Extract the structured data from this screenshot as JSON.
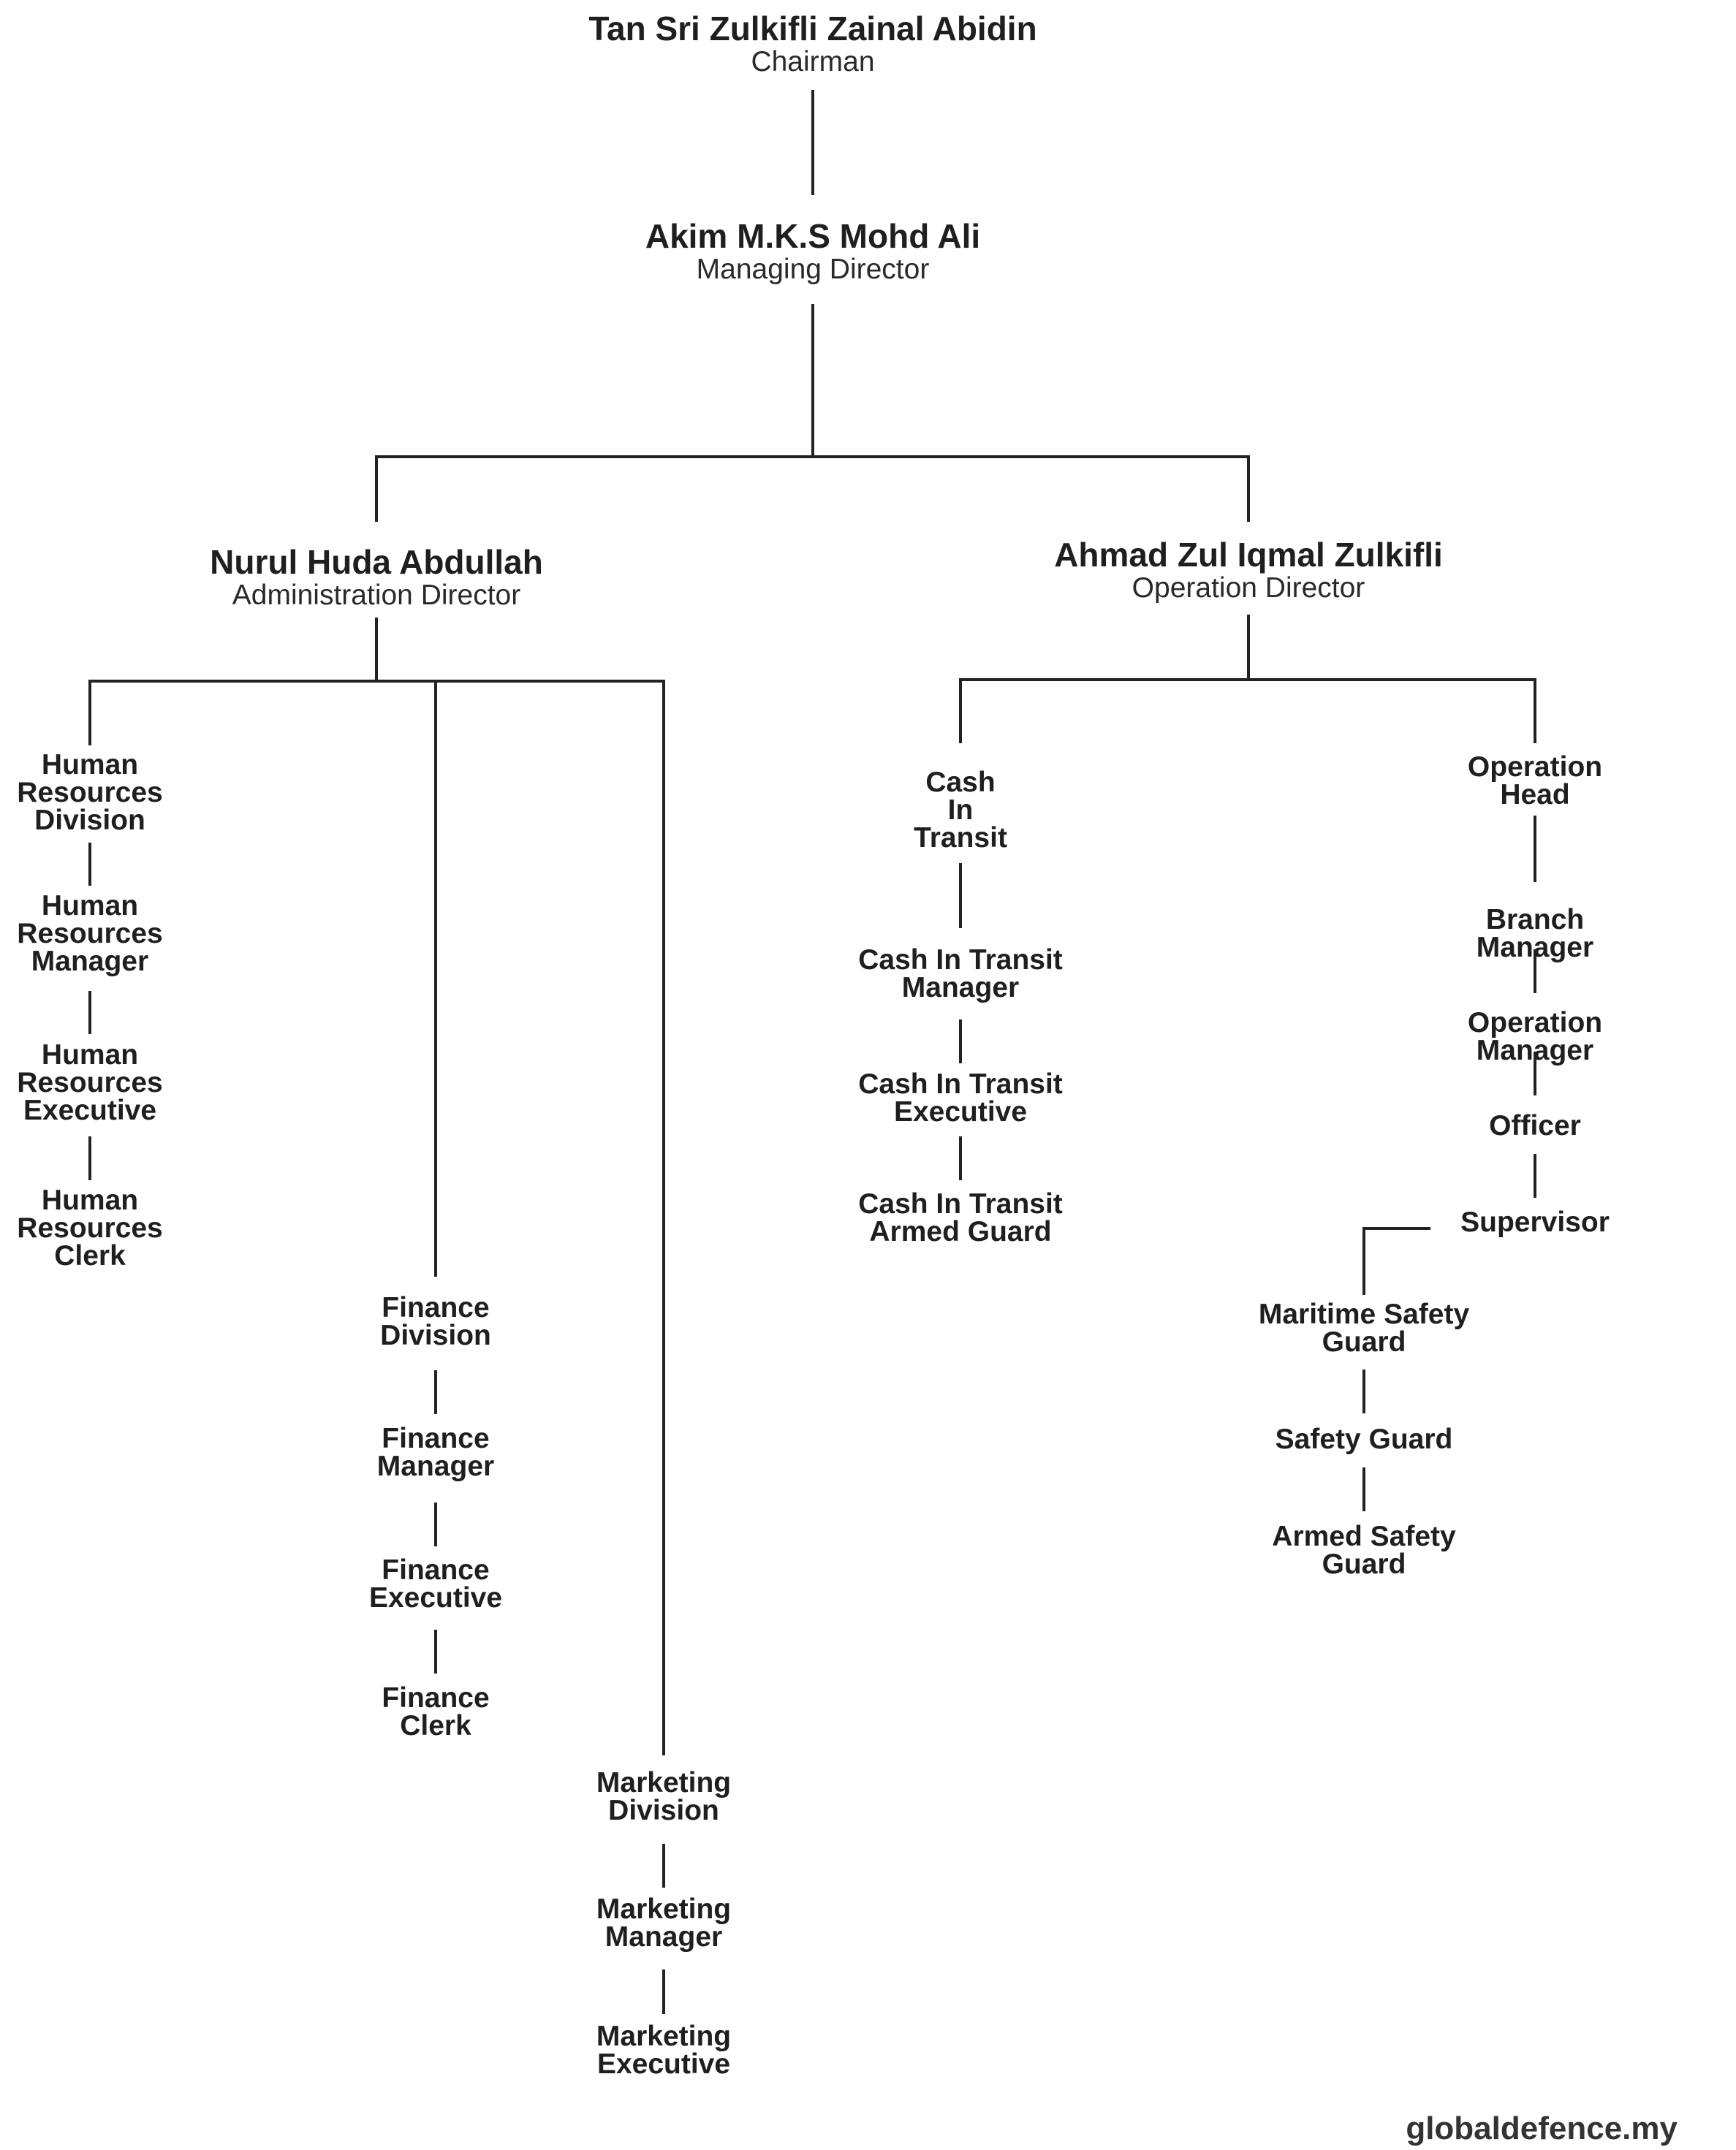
{
  "executives": {
    "chairman": {
      "name": "Tan Sri Zulkifli Zainal Abidin",
      "title": "Chairman"
    },
    "managing_director": {
      "name": "Akim M.K.S Mohd Ali",
      "title": "Managing Director"
    },
    "admin_director": {
      "name": "Nurul Huda Abdullah",
      "title": "Administration Director"
    },
    "operation_director": {
      "name": "Ahmad Zul Iqmal Zulkifli",
      "title": "Operation Director"
    }
  },
  "administration": {
    "hr": [
      "Human\nResources\nDivision",
      "Human\nResources\nManager",
      "Human\nResources\nExecutive",
      "Human\nResources\nClerk"
    ],
    "finance": [
      "Finance\nDivision",
      "Finance\nManager",
      "Finance\nExecutive",
      "Finance\nClerk"
    ],
    "marketing": [
      "Marketing\nDivision",
      "Marketing\nManager",
      "Marketing\nExecutive"
    ]
  },
  "operation": {
    "cit": [
      "Cash\nIn\nTransit",
      "Cash In Transit\nManager",
      "Cash In Transit\nExecutive",
      "Cash In Transit\nArmed Guard"
    ],
    "ops": [
      "Operation\nHead",
      "Branch Manager",
      "Operation Manager",
      "Officer",
      "Supervisor"
    ],
    "guards": [
      "Maritime Safety\nGuard",
      "Safety Guard",
      "Armed Safety\nGuard"
    ]
  },
  "watermark": "globaldefence.my"
}
